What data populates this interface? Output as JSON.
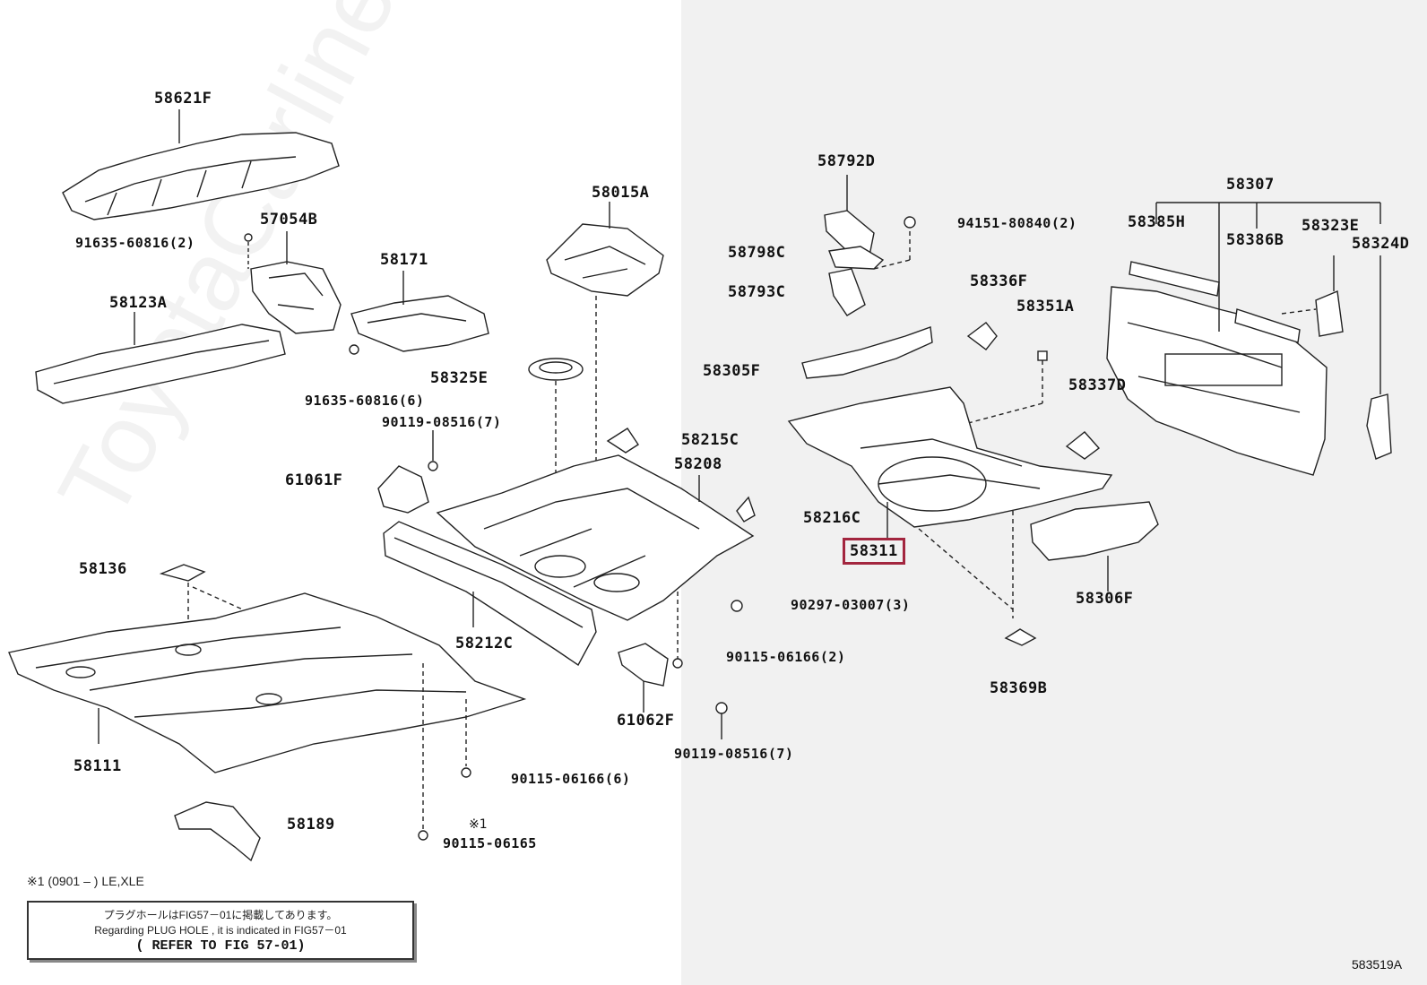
{
  "watermark": "ToyotaCarline.ru",
  "labels": {
    "p58621F": "58621F",
    "p57054B": "57054B",
    "p91635_2": "91635-60816(2)",
    "p58123A": "58123A",
    "p58171": "58171",
    "p91635_6": "91635-60816(6)",
    "p58015A": "58015A",
    "p58325E": "58325E",
    "p90119_7a": "90119-08516(7)",
    "p61061F": "61061F",
    "p58215C": "58215C",
    "p58208": "58208",
    "p58216C": "58216C",
    "p58136": "58136",
    "p58212C": "58212C",
    "p90297": "90297-03007(3)",
    "p90115_2": "90115-06166(2)",
    "p61062F": "61062F",
    "p90119_7b": "90119-08516(7)",
    "p58111": "58111",
    "p90115_6": "90115-06166(6)",
    "p58189": "58189",
    "p90115_06165": "90115-06165",
    "p58792D": "58792D",
    "p58798C": "58798C",
    "p58793C": "58793C",
    "p94151": "94151-80840(2)",
    "p58336F": "58336F",
    "p58351A": "58351A",
    "p58305F": "58305F",
    "p58337D": "58337D",
    "p58311": "58311",
    "p58306F": "58306F",
    "p58369B": "58369B",
    "p58307": "58307",
    "p58385H": "58385H",
    "p58386B": "58386B",
    "p58323E": "58323E",
    "p58324D": "58324D"
  },
  "mark": "※1",
  "footnote": "※1 (0901 –      ) LE,XLE",
  "note": {
    "line1": "プラグホールはFIG57－01に掲載してあります。",
    "line2": "Regarding  PLUG HOLE , it is indicated  in  FIG57－01",
    "refer": "( REFER TO FIG 57-01)"
  },
  "figure_id": "583519A",
  "highlight_color": "#a3263f"
}
